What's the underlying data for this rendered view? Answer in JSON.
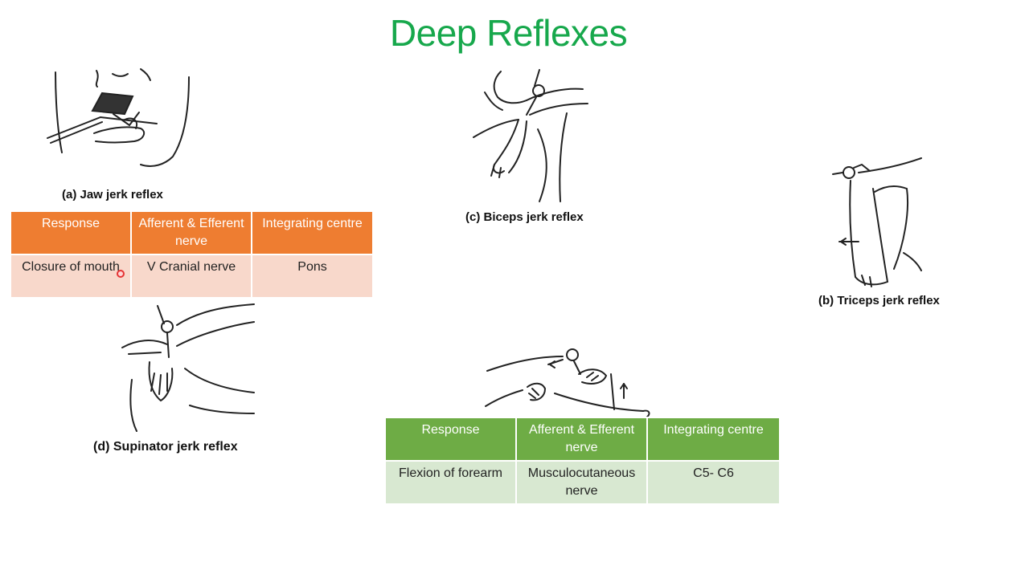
{
  "title": "Deep Reflexes",
  "figures": {
    "jaw": "(a) Jaw jerk reflex",
    "biceps": "(c) Biceps jerk reflex",
    "triceps": "(b) Triceps jerk reflex",
    "supinator": "(d) Supinator jerk reflex"
  },
  "jaw_table": {
    "headers": [
      "Response",
      "Afferent & Efferent nerve",
      "Integrating centre"
    ],
    "row": [
      "Closure of mouth",
      "V Cranial nerve",
      "Pons"
    ]
  },
  "biceps_table": {
    "headers": [
      "Response",
      "Afferent & Efferent nerve",
      "Integrating centre"
    ],
    "row": [
      "Flexion of forearm",
      "Musculocutaneous nerve",
      "C5- C6"
    ]
  },
  "colors": {
    "title": "#17a84c",
    "orange_header": "#ee7d31",
    "orange_cell": "#f8d8cb",
    "green_header": "#6eac45",
    "green_cell": "#d8e8d1"
  },
  "icons": [
    "cursor-pointer-icon"
  ]
}
